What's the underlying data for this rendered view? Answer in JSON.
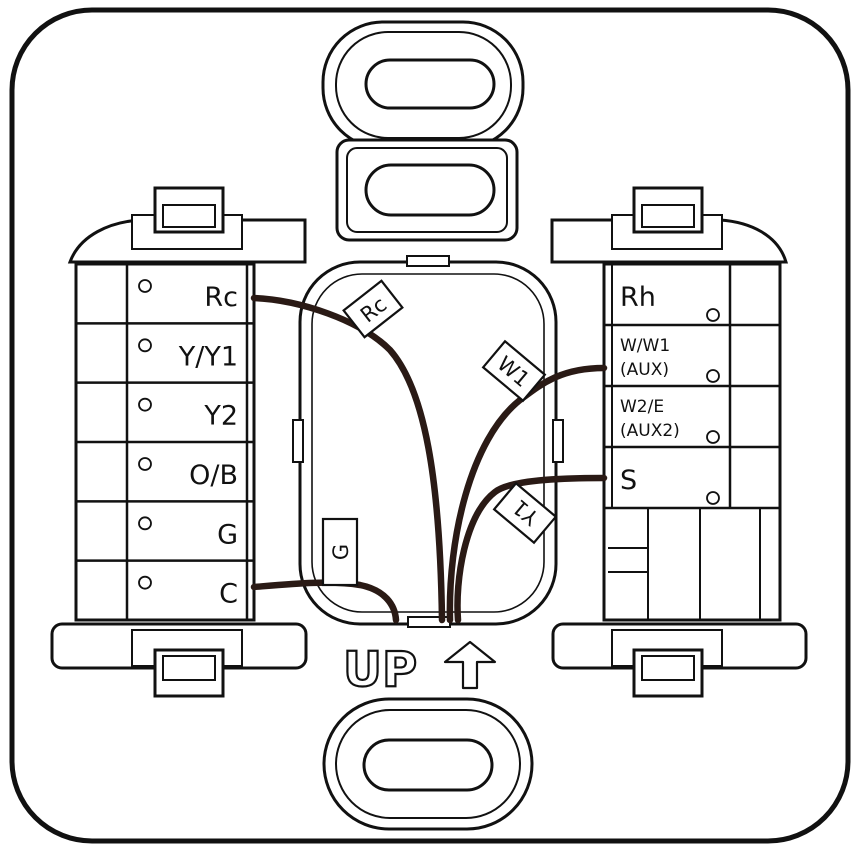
{
  "left_terminals": [
    {
      "label": "Rc"
    },
    {
      "label": "Y/Y1"
    },
    {
      "label": "Y2"
    },
    {
      "label": "O/B"
    },
    {
      "label": "G"
    },
    {
      "label": "C"
    }
  ],
  "right_terminals": [
    {
      "line1": "Rh",
      "line2": ""
    },
    {
      "line1": "W/W1",
      "line2": "(AUX)"
    },
    {
      "line1": "W2/E",
      "line2": "(AUX2)"
    },
    {
      "line1": "S",
      "line2": ""
    }
  ],
  "wire_tags": {
    "rc": "Rc",
    "w1": "W1",
    "y1": "Y1",
    "g": "G"
  },
  "up_label": "UP",
  "colors": {
    "wire": "#2a1a15",
    "outline": "#111111",
    "background": "#ffffff"
  },
  "icons": [
    "up-arrow-icon"
  ]
}
